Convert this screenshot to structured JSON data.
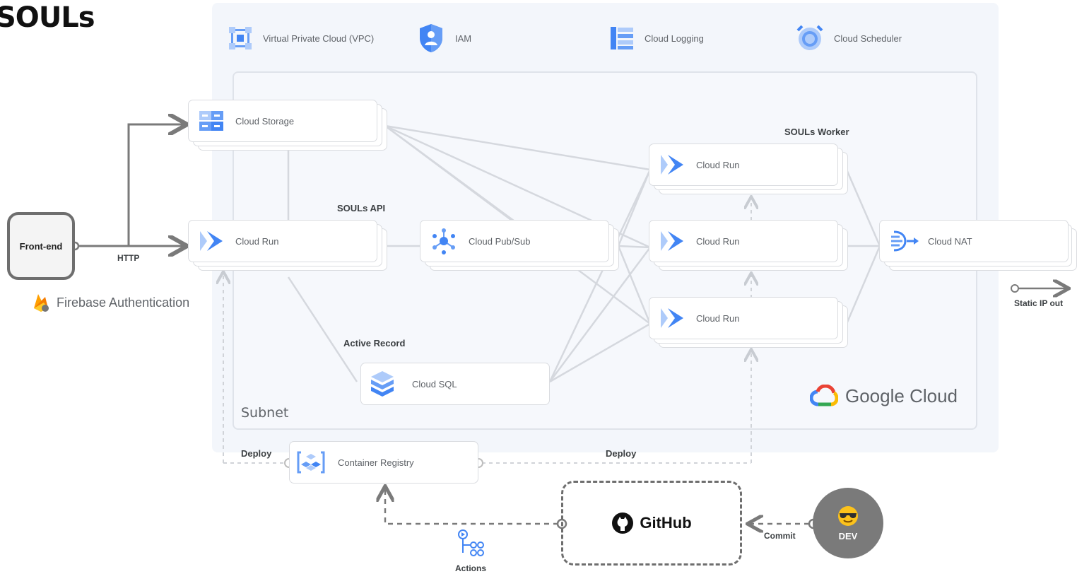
{
  "title": "SOULs",
  "gcp_services": [
    {
      "label": "Virtual Private Cloud (VPC)",
      "icon": "vpc-icon"
    },
    {
      "label": "IAM",
      "icon": "iam-shield-icon"
    },
    {
      "label": "Cloud Logging",
      "icon": "cloud-logging-icon"
    },
    {
      "label": "Cloud Scheduler",
      "icon": "cloud-scheduler-icon"
    }
  ],
  "subnet_label": "Subnet",
  "nodes": {
    "frontend": "Front-end",
    "http": "HTTP",
    "firebase": "Firebase Authentication",
    "cloud_storage": "Cloud Storage",
    "souls_api_title": "SOULs API",
    "api_cloud_run": "Cloud Run",
    "pubsub": "Cloud Pub/Sub",
    "active_record": "Active Record",
    "cloud_sql": "Cloud SQL",
    "souls_worker_title": "SOULs Worker",
    "worker_run_1": "Cloud Run",
    "worker_run_2": "Cloud Run",
    "worker_run_3": "Cloud Run",
    "cloud_nat": "Cloud NAT",
    "static_ip": "Static IP out",
    "google_cloud": "Google Cloud",
    "deploy_left": "Deploy",
    "deploy_right": "Deploy",
    "container_registry": "Container Registry",
    "github": "GitHub",
    "commit": "Commit",
    "dev": "DEV",
    "actions": "Actions"
  },
  "colors": {
    "gcp_blue": "#4285f4",
    "light_blue": "#aecbfa",
    "line_gray": "#d5d8de",
    "arrow_gray": "#7a7a7a",
    "firebase_orange": "#f6a623"
  }
}
